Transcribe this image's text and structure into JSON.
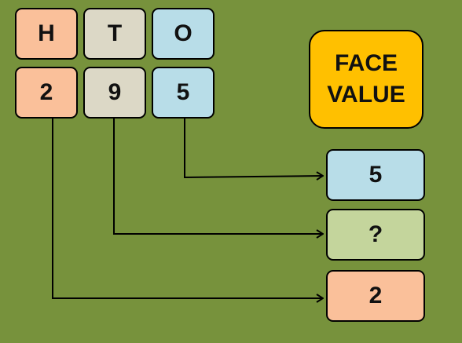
{
  "place_headers": [
    {
      "label": "H",
      "color": "#fac09a"
    },
    {
      "label": "T",
      "color": "#dcd8c6"
    },
    {
      "label": "O",
      "color": "#b8dde8"
    }
  ],
  "digits": [
    {
      "value": "2",
      "place": "H"
    },
    {
      "value": "9",
      "place": "T"
    },
    {
      "value": "5",
      "place": "O"
    }
  ],
  "title": {
    "line1": "FACE",
    "line2": "VALUE"
  },
  "results": [
    {
      "value": "5",
      "place": "O"
    },
    {
      "value": "?",
      "place": "T"
    },
    {
      "value": "2",
      "place": "H"
    }
  ]
}
